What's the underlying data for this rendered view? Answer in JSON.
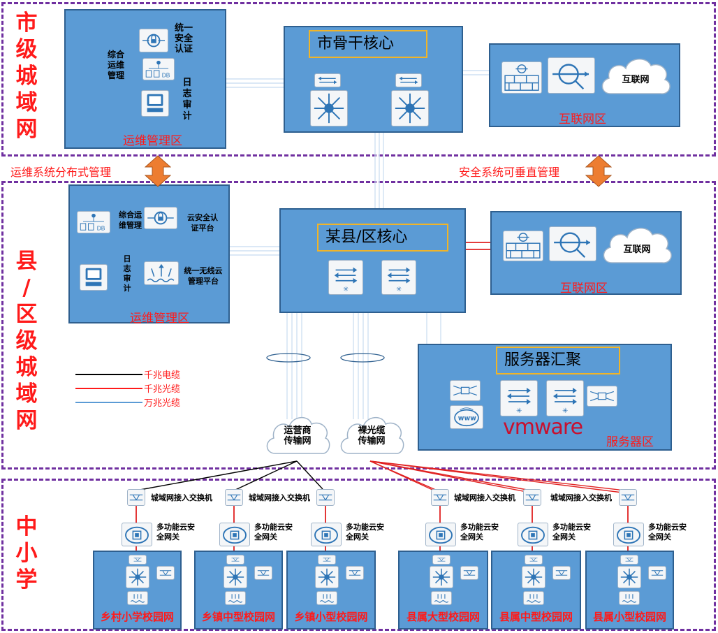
{
  "zones": {
    "city_label": "市级城域网",
    "county_label": "县/区级城域网",
    "school_label": "中小学"
  },
  "inter_zone": {
    "left": "运维系统分布式管理",
    "right": "安全系统可垂直管理"
  },
  "city": {
    "core_title": "市骨干核心",
    "ops_area": "运维管理区",
    "internet_area": "互联网区",
    "internet_cloud": "互联网",
    "ops_items": {
      "general": "综合运维管理",
      "auth": "统一安全认证",
      "log": "日志审计"
    }
  },
  "county": {
    "core_title": "某县/区核心",
    "ops_area": "运维管理区",
    "internet_area": "互联网区",
    "internet_cloud": "互联网",
    "ops_items": {
      "general": "综合运维管理",
      "auth": "云安全认证平台",
      "log": "日志审计",
      "wifi": "统一无线云管理平台"
    },
    "server_title": "服务器汇聚",
    "server_area": "服务器区",
    "vmware": "vmware",
    "carrier_cloud": "运营商传输网",
    "fiber_cloud": "裸光缆传输网"
  },
  "legend": [
    {
      "label": "千兆电缆",
      "color": "#000000"
    },
    {
      "label": "千兆光缆",
      "color": "#ff1a1a"
    },
    {
      "label": "万兆光缆",
      "color": "#5b9bd5"
    }
  ],
  "access_switch_label": "城域网接入交换机",
  "gateway_label": "多功能云安全网关",
  "schools": [
    "乡村小学校园网",
    "乡镇中型校园网",
    "乡镇小型校园网",
    "县属大型校园网",
    "县属中型校园网",
    "县属小型校园网"
  ],
  "icons": [
    "switch-icon",
    "core-router-icon",
    "firewall-icon",
    "ips-icon",
    "cloud-icon",
    "monitor-icon",
    "auth-icon",
    "db-icon",
    "wifi-ap-icon",
    "www-icon",
    "gateway-icon"
  ]
}
